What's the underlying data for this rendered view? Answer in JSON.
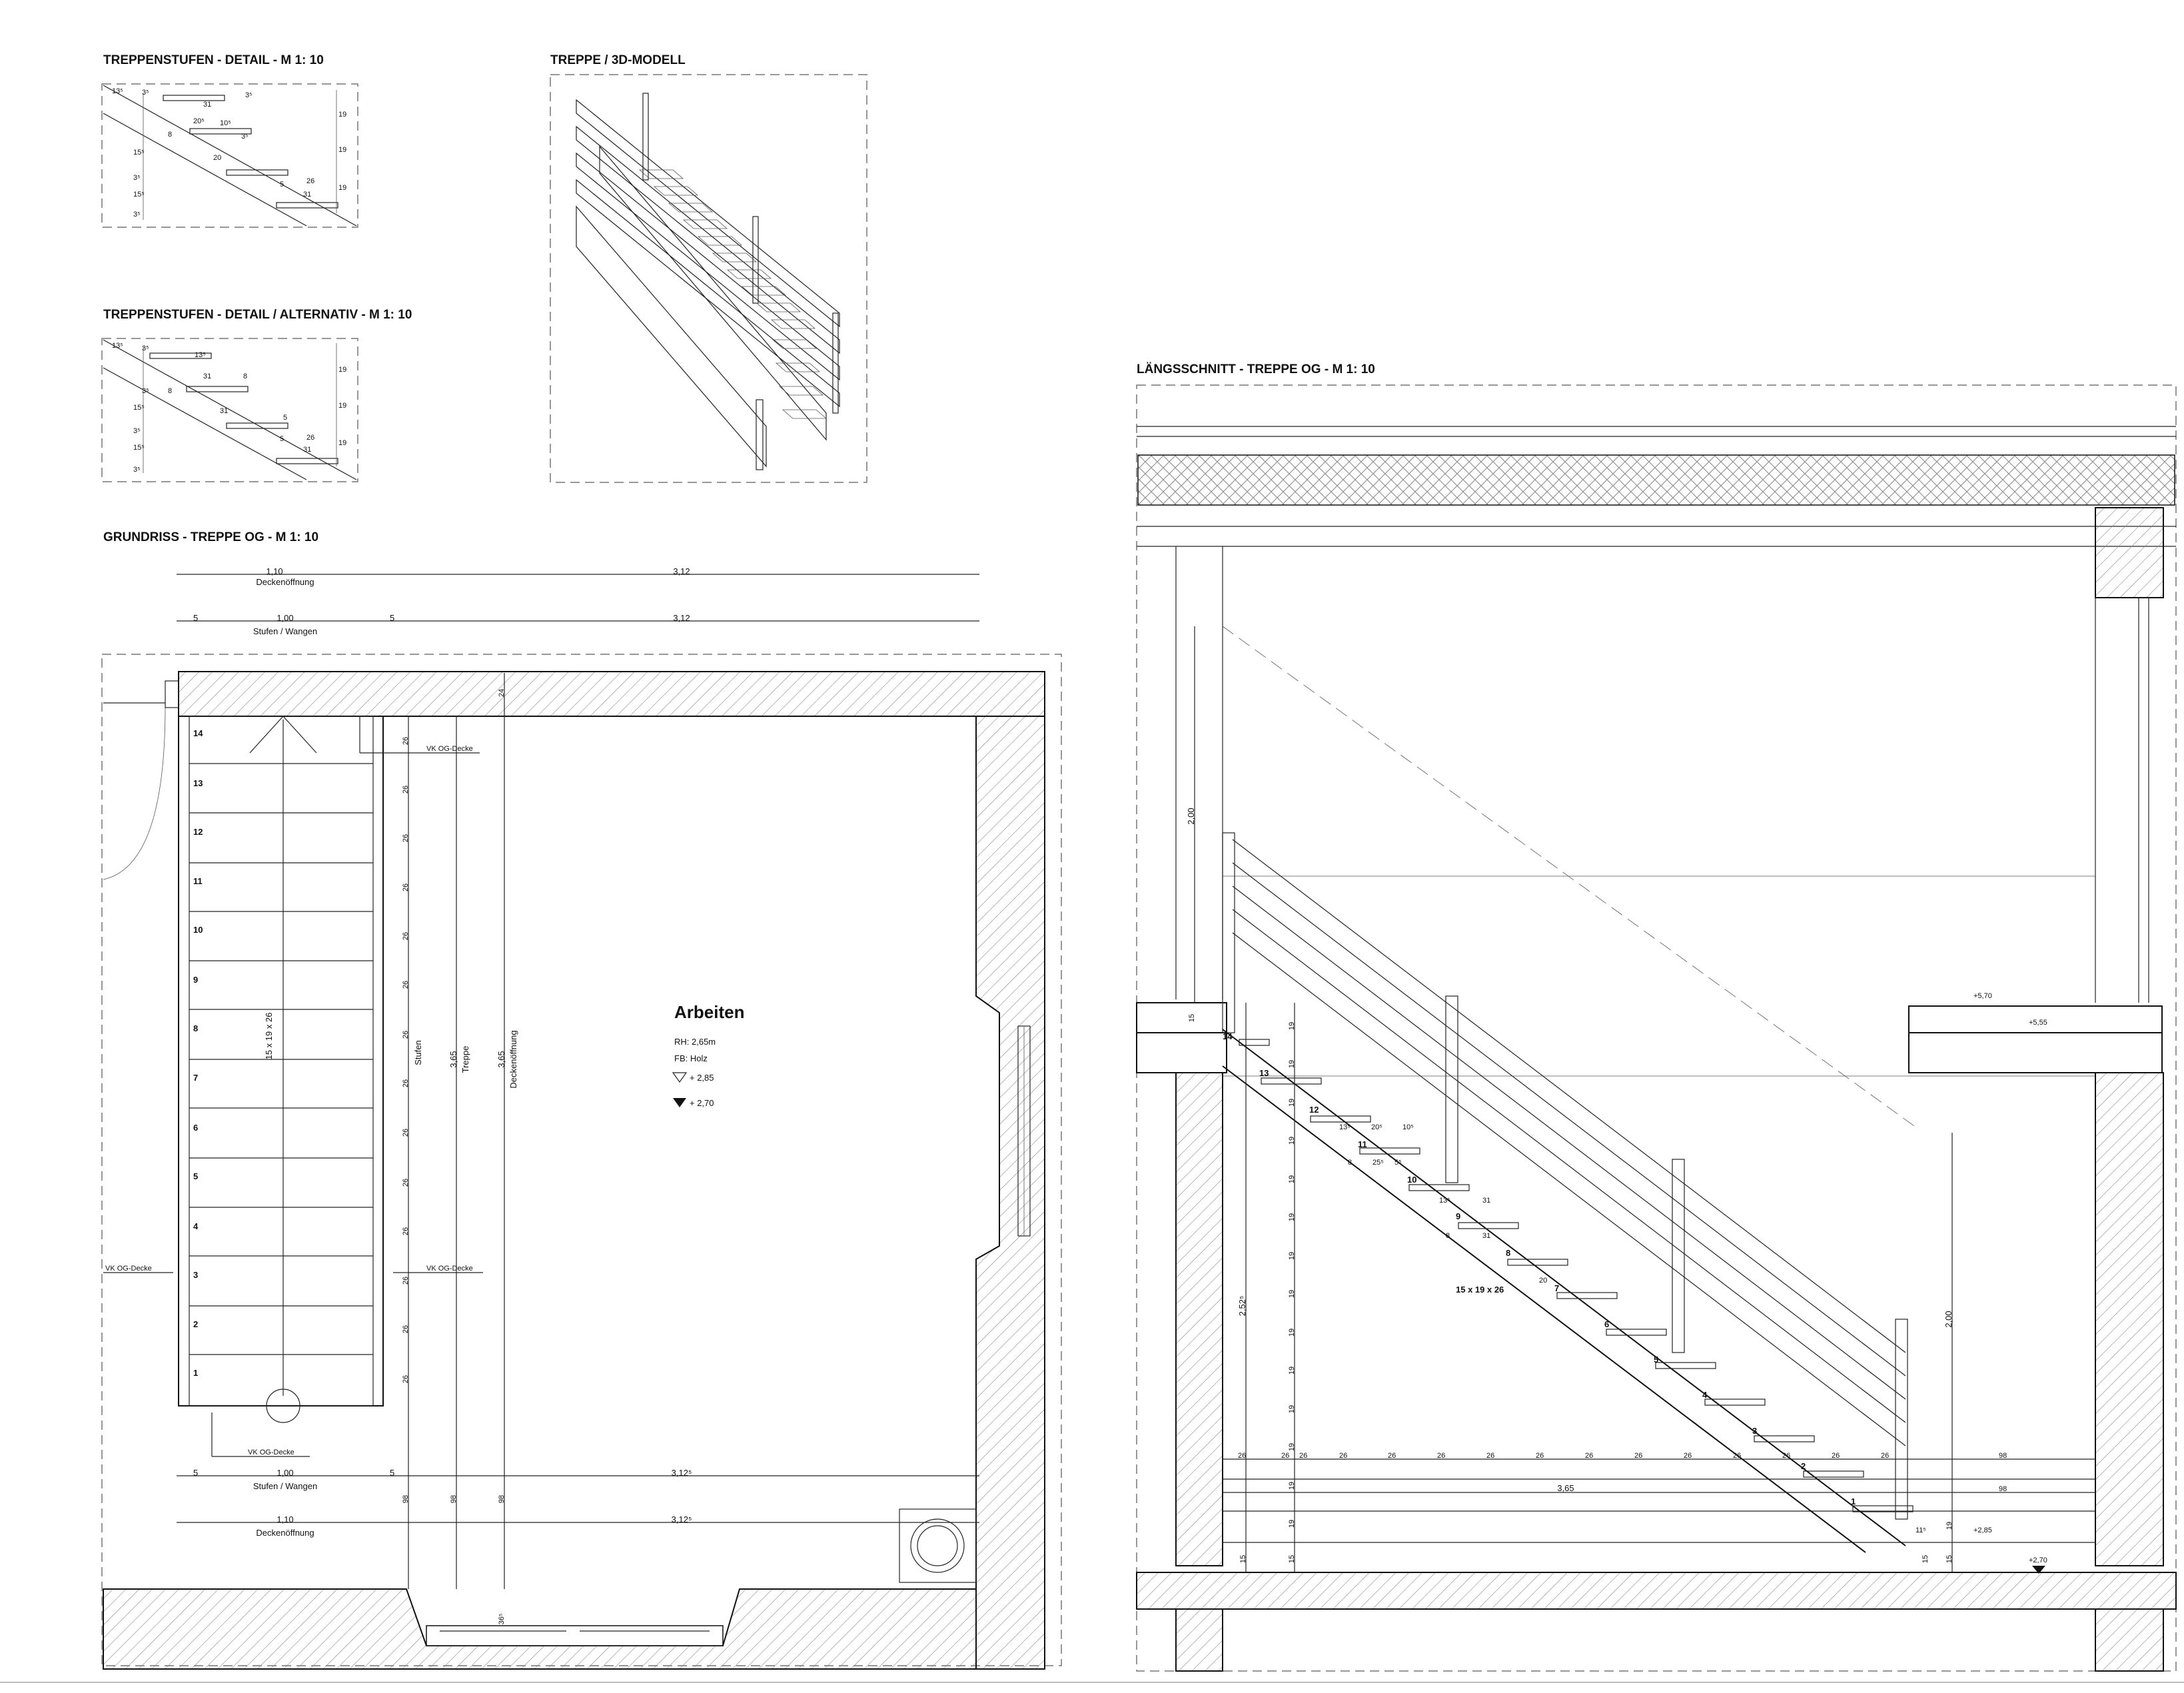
{
  "titles": {
    "detail": "TREPPENSTUFEN - DETAIL - M 1: 10",
    "model": "TREPPE / 3D-MODELL",
    "alternative": "TREPPENSTUFEN - DETAIL / ALTERNATIV - M 1: 10",
    "plan": "GRUNDRISS - TREPPE OG - M 1: 10",
    "section": "LÄNGSSCHNITT - TREPPE OG - M 1: 10"
  },
  "plan": {
    "top_dims": {
      "opening_width": "1,10",
      "opening_label": "Deckenöffnung",
      "length": "3,12",
      "wange_left": "5",
      "stufen_width": "1,00",
      "stufen_label": "Stufen / Wangen",
      "wange_right": "5",
      "length2": "3,12"
    },
    "bottom_dims": {
      "wange_left": "5",
      "stufen_width": "1,00",
      "stufen_label": "Stufen / Wangen",
      "wange_right": "5",
      "length": "3,12⁵",
      "opening_width": "1,10",
      "opening_label": "Deckenöffnung",
      "length2": "3,12⁵"
    },
    "wall_thickness": "24",
    "step_numbers": [
      "14",
      "13",
      "12",
      "11",
      "10",
      "9",
      "8",
      "7",
      "6",
      "5",
      "4",
      "3",
      "2",
      "1"
    ],
    "step_dim": "26",
    "stufen_label": "Stufen",
    "treppe_value": "3,65",
    "treppe_label": "Treppe",
    "opening_value": "3,65",
    "opening_label": "Deckenöffnung",
    "stair_formula": "15 x 19 x 26",
    "vk_label": "VK OG-Decke",
    "landing_dim": "98",
    "window_dim": "36⁵",
    "room": {
      "name": "Arbeiten",
      "rh": "RH: 2,65m",
      "fb": "FB:  Holz",
      "level_upper": "+ 2,85",
      "level_lower": "+ 2,70"
    }
  },
  "detail": {
    "labels": [
      "13⁵",
      "3⁵",
      "31",
      "3⁵",
      "20⁵",
      "10⁵",
      "19",
      "19",
      "19",
      "8",
      "3⁵",
      "15⁵",
      "20",
      "3⁵",
      "15⁵",
      "5",
      "26",
      "31",
      "3⁵"
    ]
  },
  "alternative": {
    "labels": [
      "13⁵",
      "3⁵",
      "13⁵",
      "31",
      "8",
      "19",
      "19",
      "19",
      "8",
      "3⁵",
      "15⁵",
      "31",
      "5",
      "3⁵",
      "15⁵",
      "5",
      "26",
      "31",
      "3⁵"
    ]
  },
  "section": {
    "headroom": "2,00",
    "headroom2": "2,00",
    "slab": "15",
    "rise": "19",
    "total_height": "2,52⁵",
    "step_numbers": [
      "14",
      "13",
      "12",
      "11",
      "10",
      "9",
      "8",
      "7",
      "6",
      "5",
      "4",
      "3",
      "2",
      "1"
    ],
    "formula": "15 x 19 x 26",
    "level_top": "+5,70",
    "level_top2": "+5,55",
    "level_bottom": "+2,85",
    "level_bottom2": "+2,70",
    "going": "26",
    "landing": "98",
    "run": "3,65",
    "small_dims": [
      "13⁵",
      "20⁵",
      "10⁵",
      "8",
      "25⁵",
      "5⁵",
      "13⁵",
      "31",
      "8",
      "31",
      "20",
      "11⁵"
    ]
  }
}
